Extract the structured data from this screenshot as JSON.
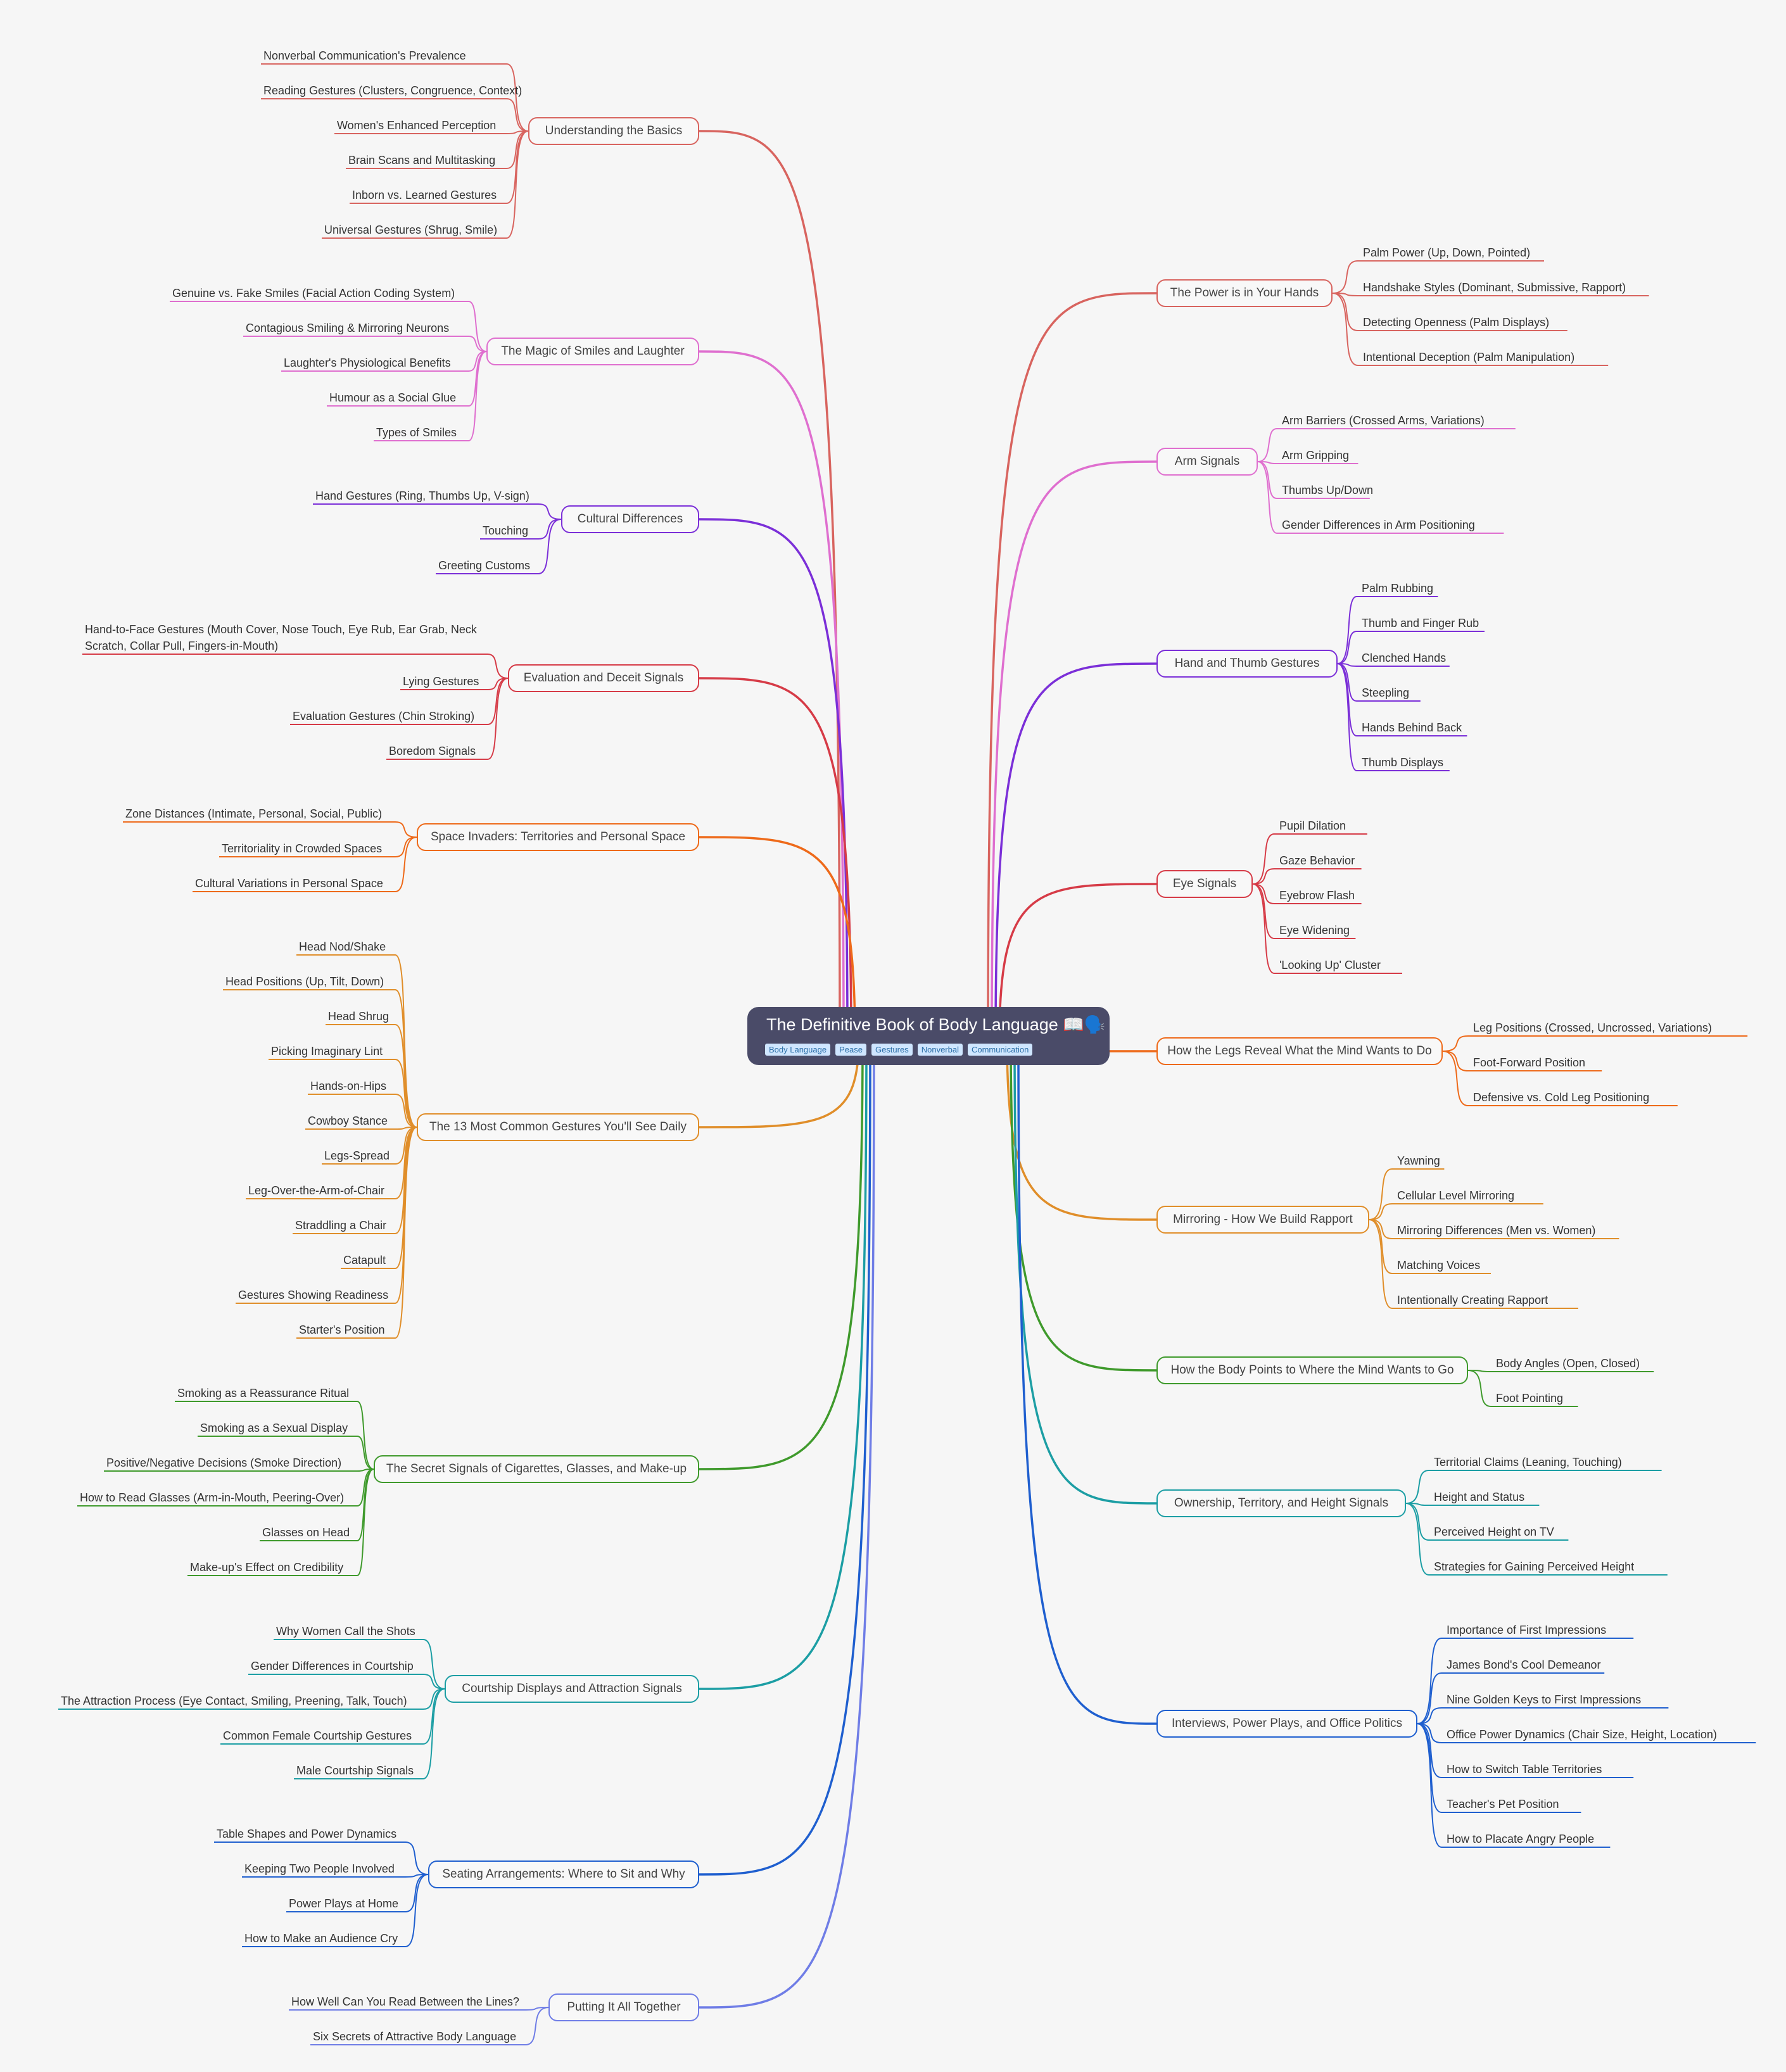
{
  "root": {
    "title": "The Definitive Book of Body Language 📖🗣️",
    "tags": [
      "Body Language",
      "Pease",
      "Gestures",
      "Nonverbal",
      "Communication"
    ]
  },
  "left": [
    {
      "label": "Understanding the Basics",
      "color": "#d8645f",
      "items": [
        "Nonverbal Communication's Prevalence",
        "Reading Gestures (Clusters, Congruence, Context)",
        "Women's Enhanced Perception",
        "Brain Scans and Multitasking",
        "Inborn vs. Learned Gestures",
        "Universal Gestures (Shrug, Smile)"
      ]
    },
    {
      "label": "The Magic of Smiles and Laughter",
      "color": "#df6fcf",
      "items": [
        "Genuine vs. Fake Smiles (Facial Action Coding System)",
        "Contagious Smiling & Mirroring Neurons",
        "Laughter's Physiological Benefits",
        "Humour as a Social Glue",
        "Types of Smiles"
      ]
    },
    {
      "label": "Cultural Differences",
      "color": "#7b2fd8",
      "items": [
        "Hand Gestures (Ring, Thumbs Up, V-sign)",
        "Touching",
        "Greeting Customs"
      ]
    },
    {
      "label": "Evaluation and Deceit Signals",
      "color": "#d63b47",
      "items": [
        "Hand-to-Face Gestures (Mouth Cover, Nose Touch, Eye Rub, Ear Grab, Neck Scratch, Collar Pull, Fingers-in-Mouth)",
        "Lying Gestures",
        "Evaluation Gestures (Chin Stroking)",
        "Boredom Signals"
      ]
    },
    {
      "label": "Space Invaders: Territories and Personal Space",
      "color": "#ee6a1a",
      "items": [
        "Zone Distances (Intimate, Personal, Social, Public)",
        "Territoriality in Crowded Spaces",
        "Cultural Variations in Personal Space"
      ]
    },
    {
      "label": "The 13 Most Common Gestures You'll See Daily",
      "color": "#e08e2a",
      "items": [
        "Head Nod/Shake",
        "Head Positions (Up, Tilt, Down)",
        "Head Shrug",
        "Picking Imaginary Lint",
        "Hands-on-Hips",
        "Cowboy Stance",
        "Legs-Spread",
        "Leg-Over-the-Arm-of-Chair",
        "Straddling a Chair",
        "Catapult",
        "Gestures Showing Readiness",
        "Starter's Position"
      ]
    },
    {
      "label": "The Secret Signals of Cigarettes, Glasses, and Make-up",
      "color": "#3f9a2c",
      "items": [
        "Smoking as a Reassurance Ritual",
        "Smoking as a Sexual Display",
        "Positive/Negative Decisions (Smoke Direction)",
        "How to Read Glasses (Arm-in-Mouth, Peering-Over)",
        "Glasses on Head",
        "Make-up's Effect on Credibility"
      ]
    },
    {
      "label": "Courtship Displays and Attraction Signals",
      "color": "#1c9ea4",
      "items": [
        "Why Women Call the Shots",
        "Gender Differences in Courtship",
        "The Attraction Process (Eye Contact, Smiling, Preening, Talk, Touch)",
        "Common Female Courtship Gestures",
        "Male Courtship Signals"
      ]
    },
    {
      "label": "Seating Arrangements: Where to Sit and Why",
      "color": "#1f5fcf",
      "items": [
        "Table Shapes and Power Dynamics",
        "Keeping Two People Involved",
        "Power Plays at Home",
        "How to Make an Audience Cry"
      ]
    },
    {
      "label": "Putting It All Together",
      "color": "#6f7de6",
      "items": [
        "How Well Can You Read Between the Lines?",
        "Six Secrets of Attractive Body Language"
      ]
    }
  ],
  "right": [
    {
      "label": "The Power is in Your Hands",
      "color": "#d8645f",
      "items": [
        "Palm Power (Up, Down, Pointed)",
        "Handshake Styles (Dominant, Submissive, Rapport)",
        "Detecting Openness (Palm Displays)",
        "Intentional Deception (Palm Manipulation)"
      ]
    },
    {
      "label": "Arm Signals",
      "color": "#df6fcf",
      "items": [
        "Arm Barriers (Crossed Arms, Variations)",
        "Arm Gripping",
        "Thumbs Up/Down",
        "Gender Differences in Arm Positioning"
      ]
    },
    {
      "label": "Hand and Thumb Gestures",
      "color": "#7b2fd8",
      "items": [
        "Palm Rubbing",
        "Thumb and Finger Rub",
        "Clenched Hands",
        "Steepling",
        "Hands Behind Back",
        "Thumb Displays"
      ]
    },
    {
      "label": "Eye Signals",
      "color": "#d63b47",
      "items": [
        "Pupil Dilation",
        "Gaze Behavior",
        "Eyebrow Flash",
        "Eye Widening",
        "'Looking Up' Cluster"
      ]
    },
    {
      "label": "How the Legs Reveal What the Mind Wants to Do",
      "color": "#ee6a1a",
      "items": [
        "Leg Positions (Crossed, Uncrossed, Variations)",
        "Foot-Forward Position",
        "Defensive vs. Cold Leg Positioning"
      ]
    },
    {
      "label": "Mirroring - How We Build Rapport",
      "color": "#e08e2a",
      "items": [
        "Yawning",
        "Cellular Level Mirroring",
        "Mirroring Differences (Men vs. Women)",
        "Matching Voices",
        "Intentionally Creating Rapport"
      ]
    },
    {
      "label": "How the Body Points to Where the Mind Wants to Go",
      "color": "#3f9a2c",
      "items": [
        "Body Angles (Open, Closed)",
        "Foot Pointing"
      ]
    },
    {
      "label": "Ownership, Territory, and Height Signals",
      "color": "#1c9ea4",
      "items": [
        "Territorial Claims (Leaning, Touching)",
        "Height and Status",
        "Perceived Height on TV",
        "Strategies for Gaining Perceived Height"
      ]
    },
    {
      "label": "Interviews, Power Plays, and Office Politics",
      "color": "#1f5fcf",
      "items": [
        "Importance of First Impressions",
        "James Bond's Cool Demeanor",
        "Nine Golden Keys to First Impressions",
        "Office Power Dynamics (Chair Size, Height, Location)",
        "How to Switch Table Territories",
        "Teacher's Pet Position",
        "How to Placate Angry People"
      ]
    }
  ]
}
